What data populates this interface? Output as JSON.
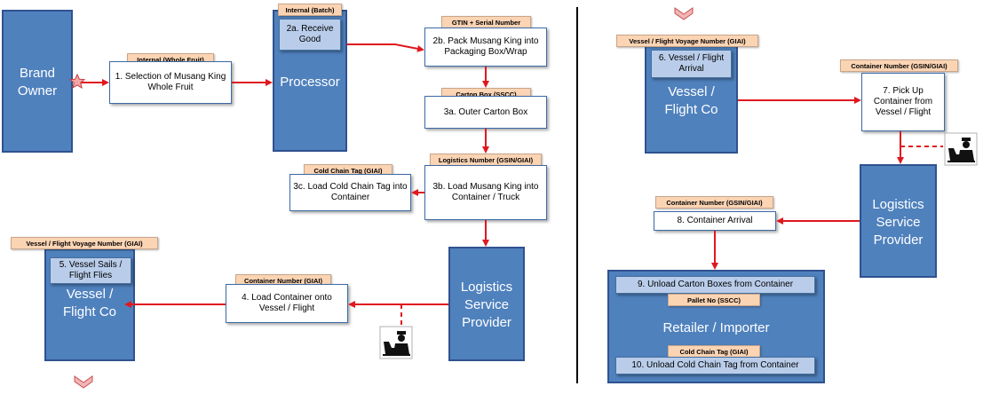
{
  "actors": {
    "brand_owner": "Brand Owner",
    "processor": "Processor",
    "logistics_left": "Logistics Service Provider",
    "vessel_left": "Vessel / Flight Co",
    "vessel_right": "Vessel / Flight Co",
    "logistics_right": "Logistics Service Provider",
    "retailer": "Retailer / Importer"
  },
  "steps": {
    "s1": "1. Selection of Musang King Whole Fruit",
    "s2a": "2a. Receive Good",
    "s2b": "2b. Pack Musang King into Packaging Box/Wrap",
    "s3a": "3a. Outer Carton Box",
    "s3b": "3b. Load Musang King into Container / Truck",
    "s3c": "3c. Load Cold Chain Tag into Container",
    "s4": "4. Load Container onto Vessel / Flight",
    "s5": "5. Vessel Sails / Flight Flies",
    "s6": "6. Vessel / Flight Arrival",
    "s7": "7. Pick Up Container from Vessel / Flight",
    "s8": "8. Container Arrival",
    "s9": "9. Unload Carton Boxes from Container",
    "s10": "10. Unload Cold Chain Tag from Container"
  },
  "tags": {
    "t1": "Internal (Whole Fruit)",
    "t2a": "Internal (Batch)",
    "t2b": "GTIN + Serial Number",
    "t3a": "Carton Box (SSCC)",
    "t3b": "Logistics Number (GSIN/GIAI)",
    "t3c": "Cold Chain Tag (GIAI)",
    "t4": "Container Number (GIAI)",
    "t5": "Vessel / Flight Voyage Number (GIAI)",
    "t6": "Vessel / Flight Voyage Number (GIAI)",
    "t7": "Container Number (GSIN/GIAI)",
    "t8": "Container Number (GSIN/GIAI)",
    "t9": "Pallet No (SSCC)",
    "t10": "Cold Chain Tag (GIAI)"
  },
  "colors": {
    "actor_fill": "#4f81bd",
    "tag_fill": "#fbd4b4",
    "arrow": "#e0181f",
    "step_highlight": "#b9cdea"
  },
  "icons": [
    "star-icon",
    "customs-officer-icon",
    "chevron-down-icon"
  ]
}
